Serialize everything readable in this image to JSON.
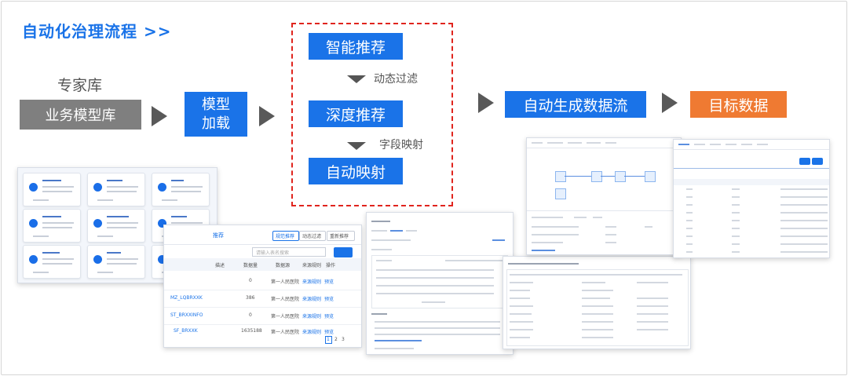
{
  "header": {
    "title": "自动化治理流程 >>"
  },
  "flow": {
    "expert_library": "专家库",
    "business_model_library": "业务模型库",
    "model_load_line1": "模型",
    "model_load_line2": "加载",
    "smart_recommend": "智能推荐",
    "dynamic_filter": "动态过滤",
    "deep_recommend": "深度推荐",
    "field_mapping_note": "字段映射",
    "auto_mapping": "自动映射",
    "auto_gen_dataflow": "自动生成数据流",
    "target_data": "目标数据"
  },
  "colors": {
    "accent": "#1a73e8",
    "gray_box": "#7f7f7f",
    "orange_box": "#ef7a32",
    "dashed_border": "#e0241d"
  },
  "screenshot_table": {
    "tabs": [
      "规范推荐",
      "动态过滤",
      "重新推荐"
    ],
    "search_placeholder": "请输入表名搜索",
    "columns": [
      "描述",
      "数据量",
      "数据源",
      "来源规则",
      "操作"
    ],
    "rows": [
      {
        "name": "",
        "count": "0",
        "source": "第一人民医院",
        "rule": "来源规则",
        "action": "预览"
      },
      {
        "name": "MZ_LQBRXXK",
        "count": "386",
        "source": "第一人民医院",
        "rule": "来源规则",
        "action": "预览"
      },
      {
        "name": "ST_BRXXINFO",
        "count": "0",
        "source": "第一人民医院",
        "rule": "来源规则",
        "action": "预览"
      },
      {
        "name": "SF_BRXXK",
        "count": "1635188",
        "source": "第一人民医院",
        "rule": "来源规则",
        "action": "预览"
      }
    ],
    "pages": [
      "1",
      "2",
      "3"
    ]
  }
}
